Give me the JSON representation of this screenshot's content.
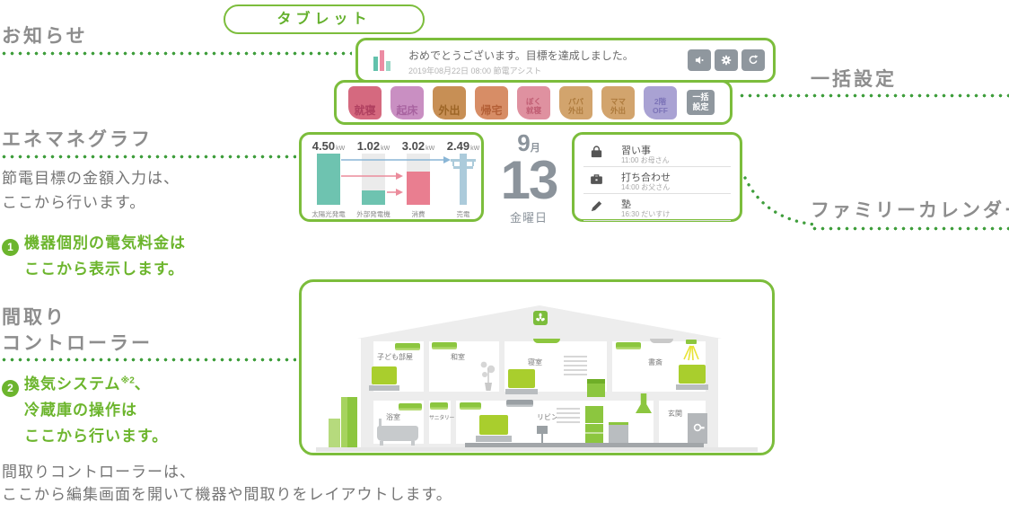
{
  "labels": {
    "notice": "お知らせ",
    "tablet": "タブレット",
    "batch": "一括設定",
    "enemane": "エネマネグラフ",
    "note1_l1": "節電目標の金額入力は、",
    "note1_l2": "ここから行います。",
    "p1_num": "1",
    "p1_l1": "機器個別の電気料金は",
    "p1_l2": "ここから表示します。",
    "madori_l1": "間取り",
    "madori_l2": "コントローラー",
    "p2_num": "2",
    "p2_l1": "換気システム",
    "p2_sup": "※2",
    "p2_l1b": "、",
    "p2_l2": "冷蔵庫の操作は",
    "p2_l3": "ここから行います。",
    "family": "ファミリーカレンダー",
    "footer_l1": "間取りコントローラーは、",
    "footer_l2": "ここから編集画面を開いて機器や間取りをレイアウトします。"
  },
  "notification": {
    "message": "おめでとうございます。目標を達成しました。",
    "meta": "2019年08月22日 08:00 節電アシスト"
  },
  "scene_buttons": [
    {
      "label": "就寝",
      "bg": "#d5697f",
      "fg": "#b04060"
    },
    {
      "label": "起床",
      "bg": "#c98fc2",
      "fg": "#a863a0"
    },
    {
      "label": "外出",
      "bg": "#c78f55",
      "fg": "#9c6526"
    },
    {
      "label": "帰宅",
      "bg": "#d78d66",
      "fg": "#b35f36"
    },
    {
      "label": "ぼく\n就寝",
      "bg": "#df91a0",
      "fg": "#c05d73"
    },
    {
      "label": "パパ\n外出",
      "bg": "#d2a46d",
      "fg": "#ad7a3c"
    },
    {
      "label": "ママ\n外出",
      "bg": "#d2a46d",
      "fg": "#ad7a3c"
    },
    {
      "label": "2階\nOFF",
      "bg": "#a9a2d3",
      "fg": "#7d74b8"
    }
  ],
  "batch_button": {
    "label": "一括\n設定"
  },
  "chart_data": {
    "type": "bar",
    "categories": [
      "太陽光発電",
      "外部発電機",
      "消費",
      "売電"
    ],
    "values": [
      4.5,
      1.02,
      3.02,
      2.49
    ],
    "unit": "kW",
    "ylim": [
      0,
      4.5
    ],
    "display": [
      {
        "value": "4.50",
        "unit": "kW"
      },
      {
        "value": "1.02",
        "unit": "kW"
      },
      {
        "value": "3.02",
        "unit": "kW"
      },
      {
        "value": "2.49",
        "unit": "kW"
      }
    ],
    "flows": [
      {
        "from": "太陽光発電",
        "to": "売電",
        "color": "#8ab6d6"
      },
      {
        "from": "太陽光発電",
        "to": "消費",
        "color": "#eb8c9c"
      },
      {
        "from": "外部発電機",
        "to": "消費",
        "color": "#eb8c9c"
      }
    ]
  },
  "date": {
    "month": "9",
    "month_unit": "月",
    "day": "13",
    "weekday": "金曜日"
  },
  "calendar": {
    "items": [
      {
        "title": "習い事",
        "meta": "11:00 お母さん",
        "icon": "bag-icon"
      },
      {
        "title": "打ち合わせ",
        "meta": "14:00 お父さん",
        "icon": "briefcase-icon"
      },
      {
        "title": "塾",
        "meta": "16:30 だいすけ",
        "icon": "pencil-icon"
      }
    ]
  },
  "floorplan": {
    "rooms_2f": {
      "kids": "子ども部屋",
      "washitsu": "和室",
      "bedroom": "寝室",
      "study": "書斎"
    },
    "rooms_1f": {
      "bath": "浴室",
      "sanitary": "サニタリー",
      "living": "リビング",
      "entrance": "玄関"
    }
  },
  "colors": {
    "outline_green": "#7cbd3c",
    "dot_green": "#3f9e3c",
    "text_green": "#6cb52d",
    "heading_gray": "#8d8d8d",
    "bar_teal": "#6ec3b0",
    "bar_pink": "#e97e90",
    "device_green": "#8cc63f"
  }
}
